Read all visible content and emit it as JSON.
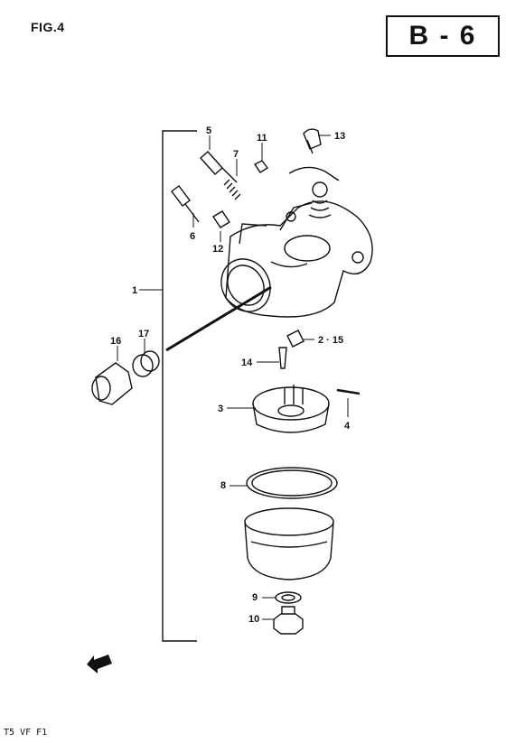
{
  "header": {
    "figure_label": "FIG.4",
    "section_code": "B - 6"
  },
  "footer": {
    "model_code": "T5 VF F1"
  },
  "callouts": [
    "1",
    "2 · 15",
    "3",
    "4",
    "5",
    "6",
    "7",
    "8",
    "9",
    "10",
    "11",
    "12",
    "13",
    "14",
    "16",
    "17"
  ]
}
